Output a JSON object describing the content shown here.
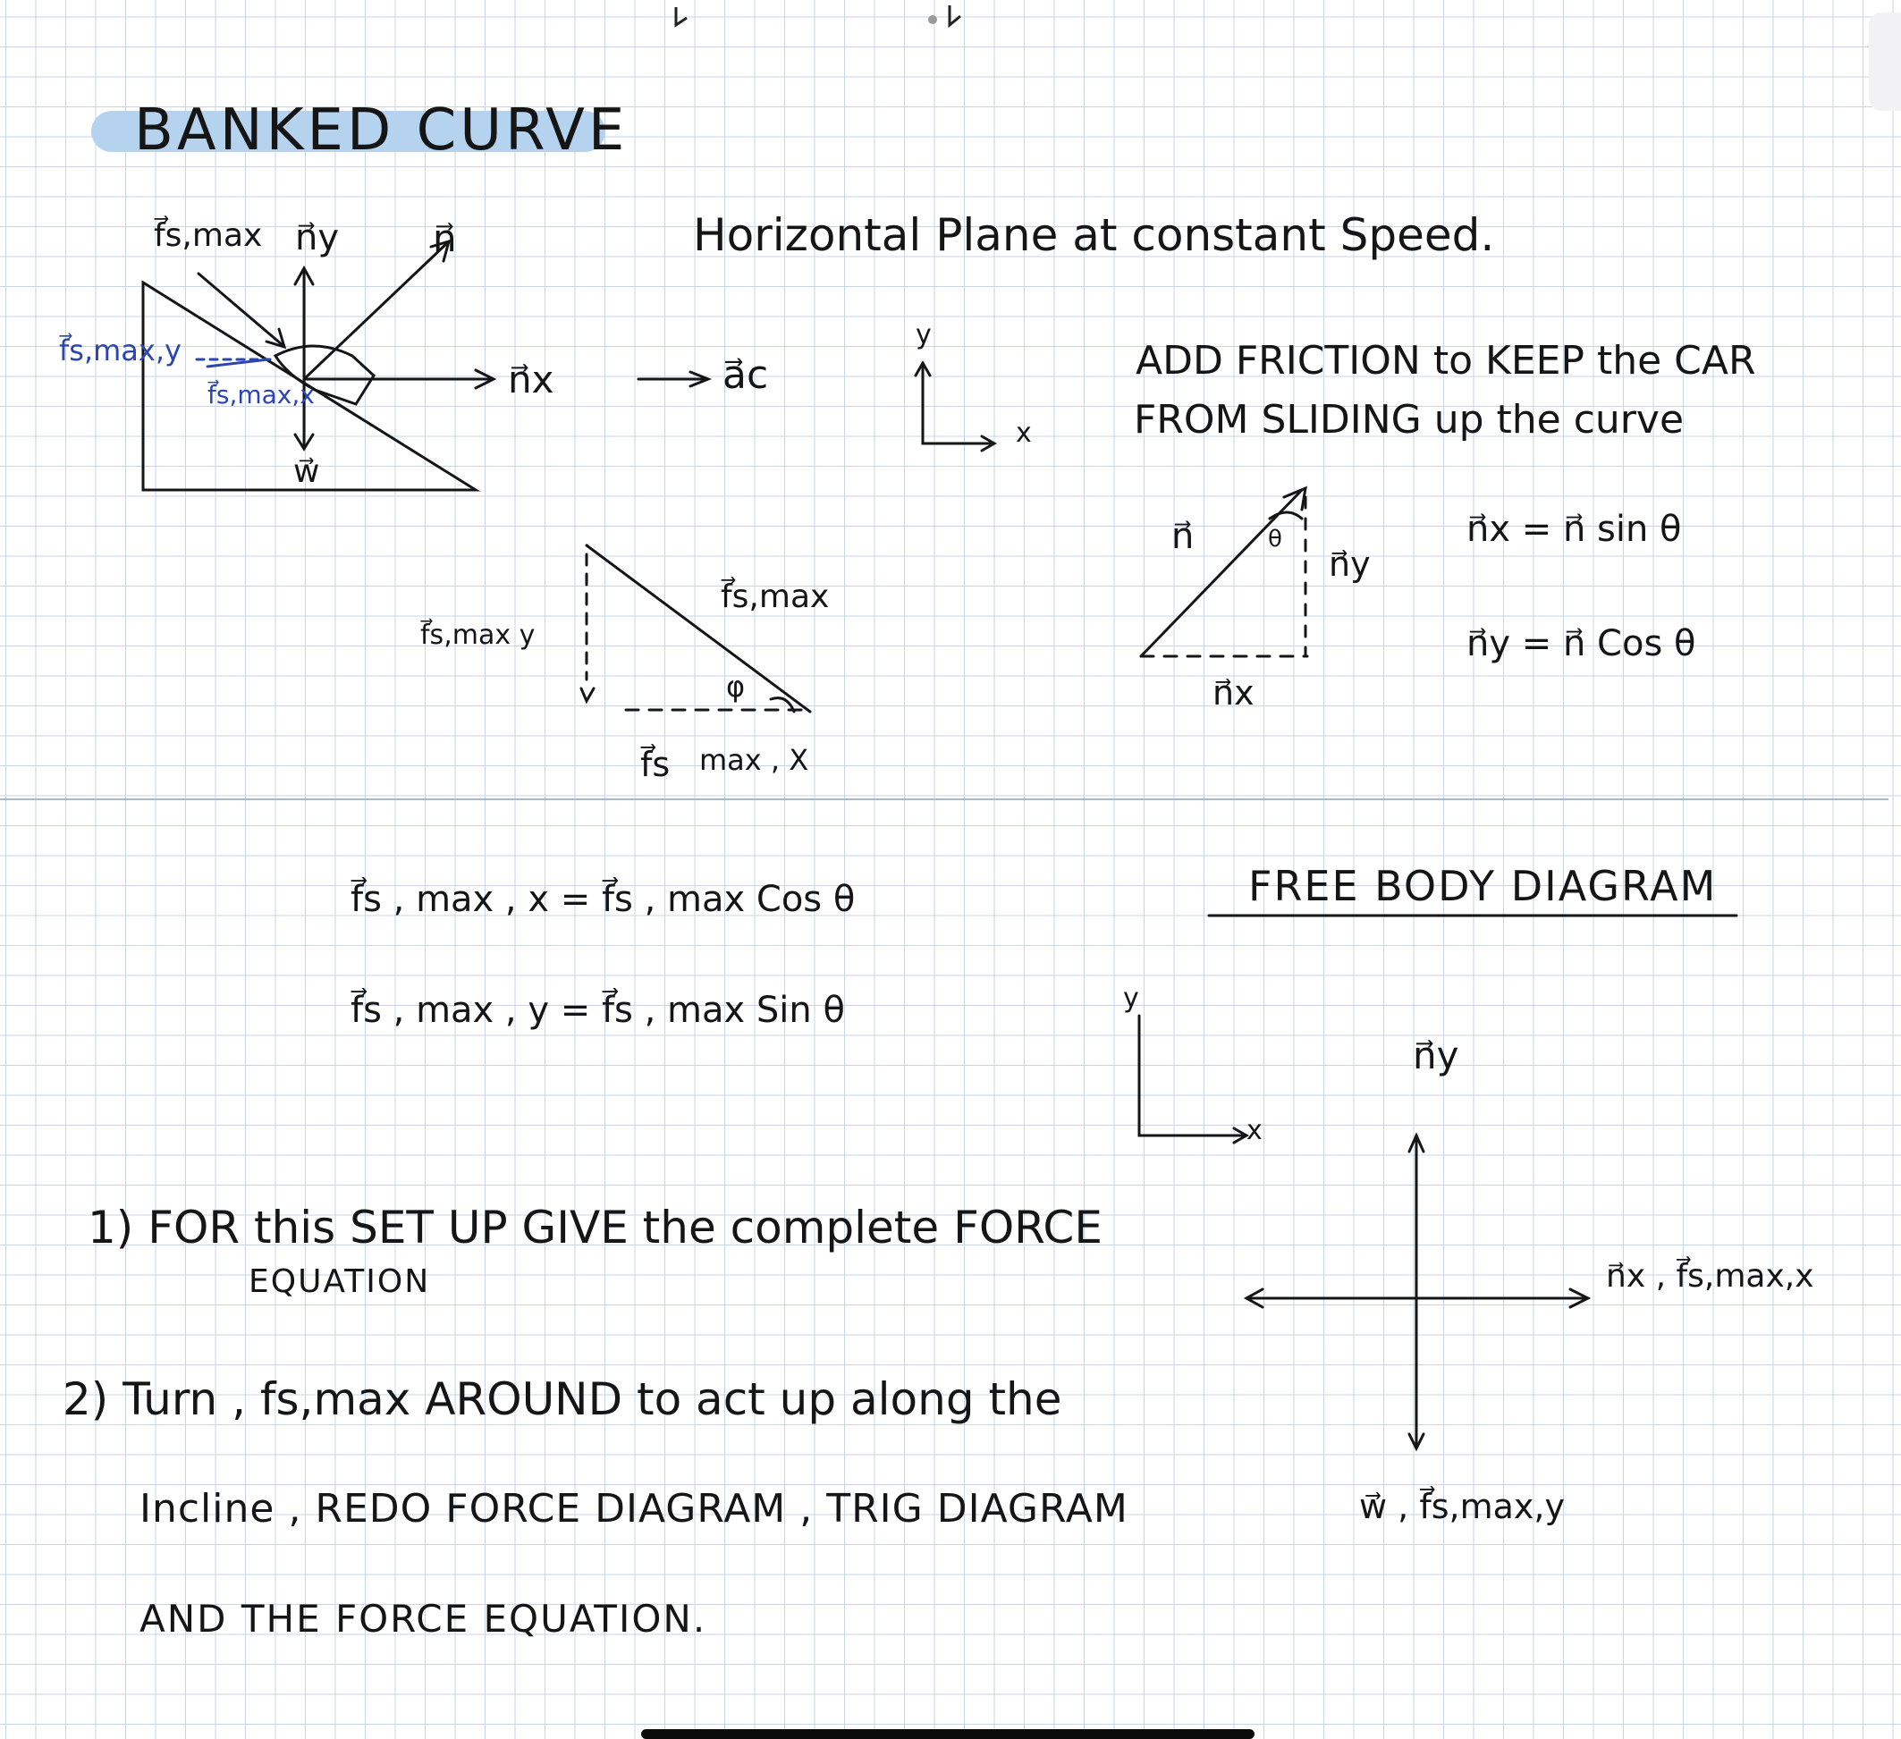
{
  "title": "BANKED CURVE",
  "heading": "Horizontal Plane at constant Speed.",
  "friction_note": [
    "ADD FRICTION to KEEP the CAR",
    "FROM SLIDING up the curve"
  ],
  "incline_diagram": {
    "n": "n⃗",
    "ny": "n⃗y",
    "nx": "n⃗x",
    "w": "w⃗",
    "fs_max": "f⃗s,max",
    "fs_max_y": "f⃗s,max,y",
    "fs_max_x": "f⃗s,max,x",
    "ac": "a⃗c"
  },
  "axes": {
    "x": "x",
    "y": "y"
  },
  "friction_trig": {
    "hyp": "f⃗s,max",
    "vert": "f⃗s,max y",
    "horiz_sym": "f⃗s",
    "horiz_sub": "max , X",
    "angle": "φ"
  },
  "normal_trig": {
    "hyp": "n⃗",
    "vert": "n⃗y",
    "horiz": "n⃗x",
    "angle": "θ",
    "eq1": "n⃗x = n⃗ sin θ",
    "eq2": "n⃗y = n⃗ Cos θ"
  },
  "equations": [
    "f⃗s , max , x = f⃗s , max Cos θ",
    "f⃗s , max , y = f⃗s , max Sin θ"
  ],
  "fbd": {
    "title": "FREE BODY DIAGRAM",
    "up": "n⃗y",
    "right": "n⃗x , f⃗s,max,x",
    "down": "w⃗ , f⃗s,max,y"
  },
  "tasks": [
    "1) FOR this SET UP GIVE the complete FORCE",
    "EQUATION",
    "2) Turn , fs,max AROUND to act up along the",
    "Incline , REDO FORCE DIAGRAM , TRIG DIAGRAM",
    "AND THE FORCE EQUATION."
  ]
}
